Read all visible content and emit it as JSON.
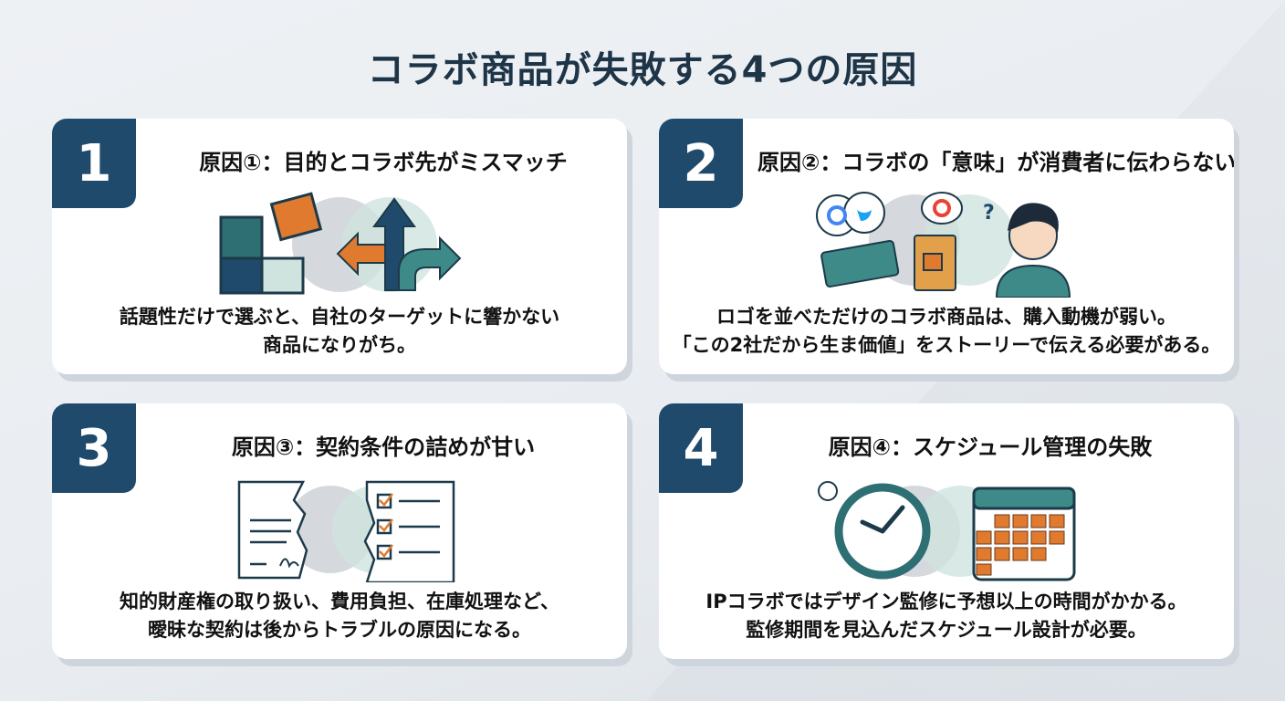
{
  "title": "コラボ商品が失敗する4つの原因",
  "colors": {
    "navy": "#1f4a6b",
    "teal": "#3d8a88",
    "orange": "#e07a2e"
  },
  "cards": [
    {
      "number": "1",
      "title": "原因①：目的とコラボ先がミスマッチ",
      "lines": [
        "話題性だけで選ぶと、自社のターゲットに響かない",
        "商品になりがち。"
      ],
      "icon": "puzzle-arrows-icon"
    },
    {
      "number": "2",
      "title": "原因②：コラボの「意味」が消費者に伝わらない",
      "lines": [
        "ロゴを並べただけのコラボ商品は、購入動機が弱い。",
        "「この2社だから生ま価値」をストーリーで伝える必要がある。"
      ],
      "icon": "confused-consumer-icon"
    },
    {
      "number": "3",
      "title": "原因③：契約条件の詰めが甘い",
      "lines": [
        "知的財産権の取り扱い、費用負担、在庫処理など、",
        "曖昧な契約は後からトラブルの原因になる。"
      ],
      "icon": "torn-contract-checklist-icon"
    },
    {
      "number": "4",
      "title": "原因④：スケジュール管理の失敗",
      "lines": [
        "IPコラボではデザイン監修に予想以上の時間がかかる。",
        "監修期間を見込んだスケジュール設計が必要。"
      ],
      "icon": "clock-calendar-icon"
    }
  ]
}
